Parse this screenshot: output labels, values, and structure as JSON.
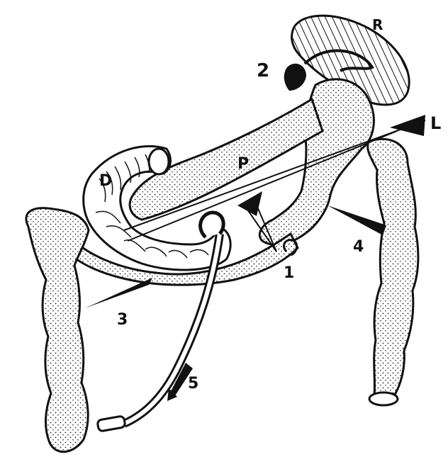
{
  "diagram": {
    "labels": {
      "spleen": "R",
      "ligament": "L",
      "pancreas": "P",
      "duodenum": "D",
      "n1": "1",
      "n2": "2",
      "n3": "3",
      "n4": "4",
      "n5": "5"
    },
    "colors": {
      "ink": "#111111",
      "fill": "#ffffff",
      "stipple": "#222222"
    },
    "icons": {
      "dense-arrow": "arrow-icon"
    }
  }
}
